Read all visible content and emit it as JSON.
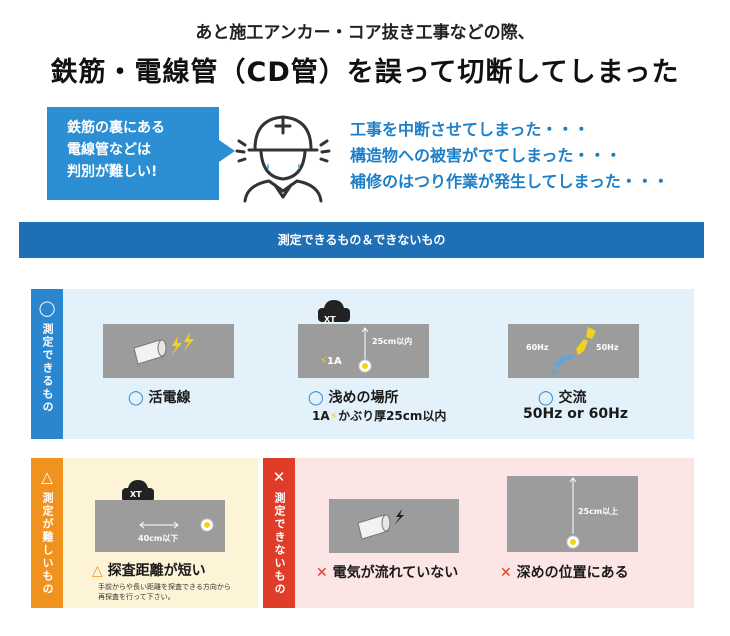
{
  "header": {
    "line1": "あと施工アンカー・コア抜き工事などの際、",
    "line2": "鉄筋・電線管（CD管）を誤って切断してしまった"
  },
  "bubble": {
    "lines": [
      "鉄筋の裏にある",
      "電線管などは",
      "判別が難しい!"
    ]
  },
  "troubles": [
    "工事を中断させてしまった・・・",
    "構造物への被害がでてしまった・・・",
    "補修のはつり作業が発生してしまった・・・"
  ],
  "banner": "測定できるもの＆できないもの",
  "can_measure": {
    "side_mark": "◯",
    "side_label": "測定できるもの",
    "items": [
      {
        "mark": "◯",
        "label": "活電線"
      },
      {
        "mark": "◯",
        "label": "浅めの場所",
        "sub_prefix": "1A",
        "sub": "かぶり厚25cm以内",
        "device": "XT",
        "depth": "25cm以内",
        "current": "1A"
      },
      {
        "mark": "◯",
        "label": "交流",
        "sub": "50Hz or 60Hz",
        "hz_west": "60Hz",
        "hz_east": "50Hz"
      }
    ]
  },
  "hard_measure": {
    "side_mark": "△",
    "side_label": "測定が難しいもの",
    "device": "XT",
    "distance": "40cm以下",
    "mark": "△",
    "label": "探査距離が短い",
    "note": [
      "手前からや長い距離を探査できる方向から",
      "再探査を行って下さい。"
    ]
  },
  "cannot_measure": {
    "side_mark": "✕",
    "side_label": "測定できないもの",
    "items": [
      {
        "mark": "✕",
        "label": "電気が流れていない"
      },
      {
        "mark": "✕",
        "label": "深めの位置にある",
        "depth": "25cm以上"
      }
    ]
  },
  "colors": {
    "blue": "#2a86cf",
    "banner": "#1f6fb7",
    "orange": "#f0931e",
    "red": "#e03c2a",
    "yellow_bolt": "#f2d21b"
  }
}
